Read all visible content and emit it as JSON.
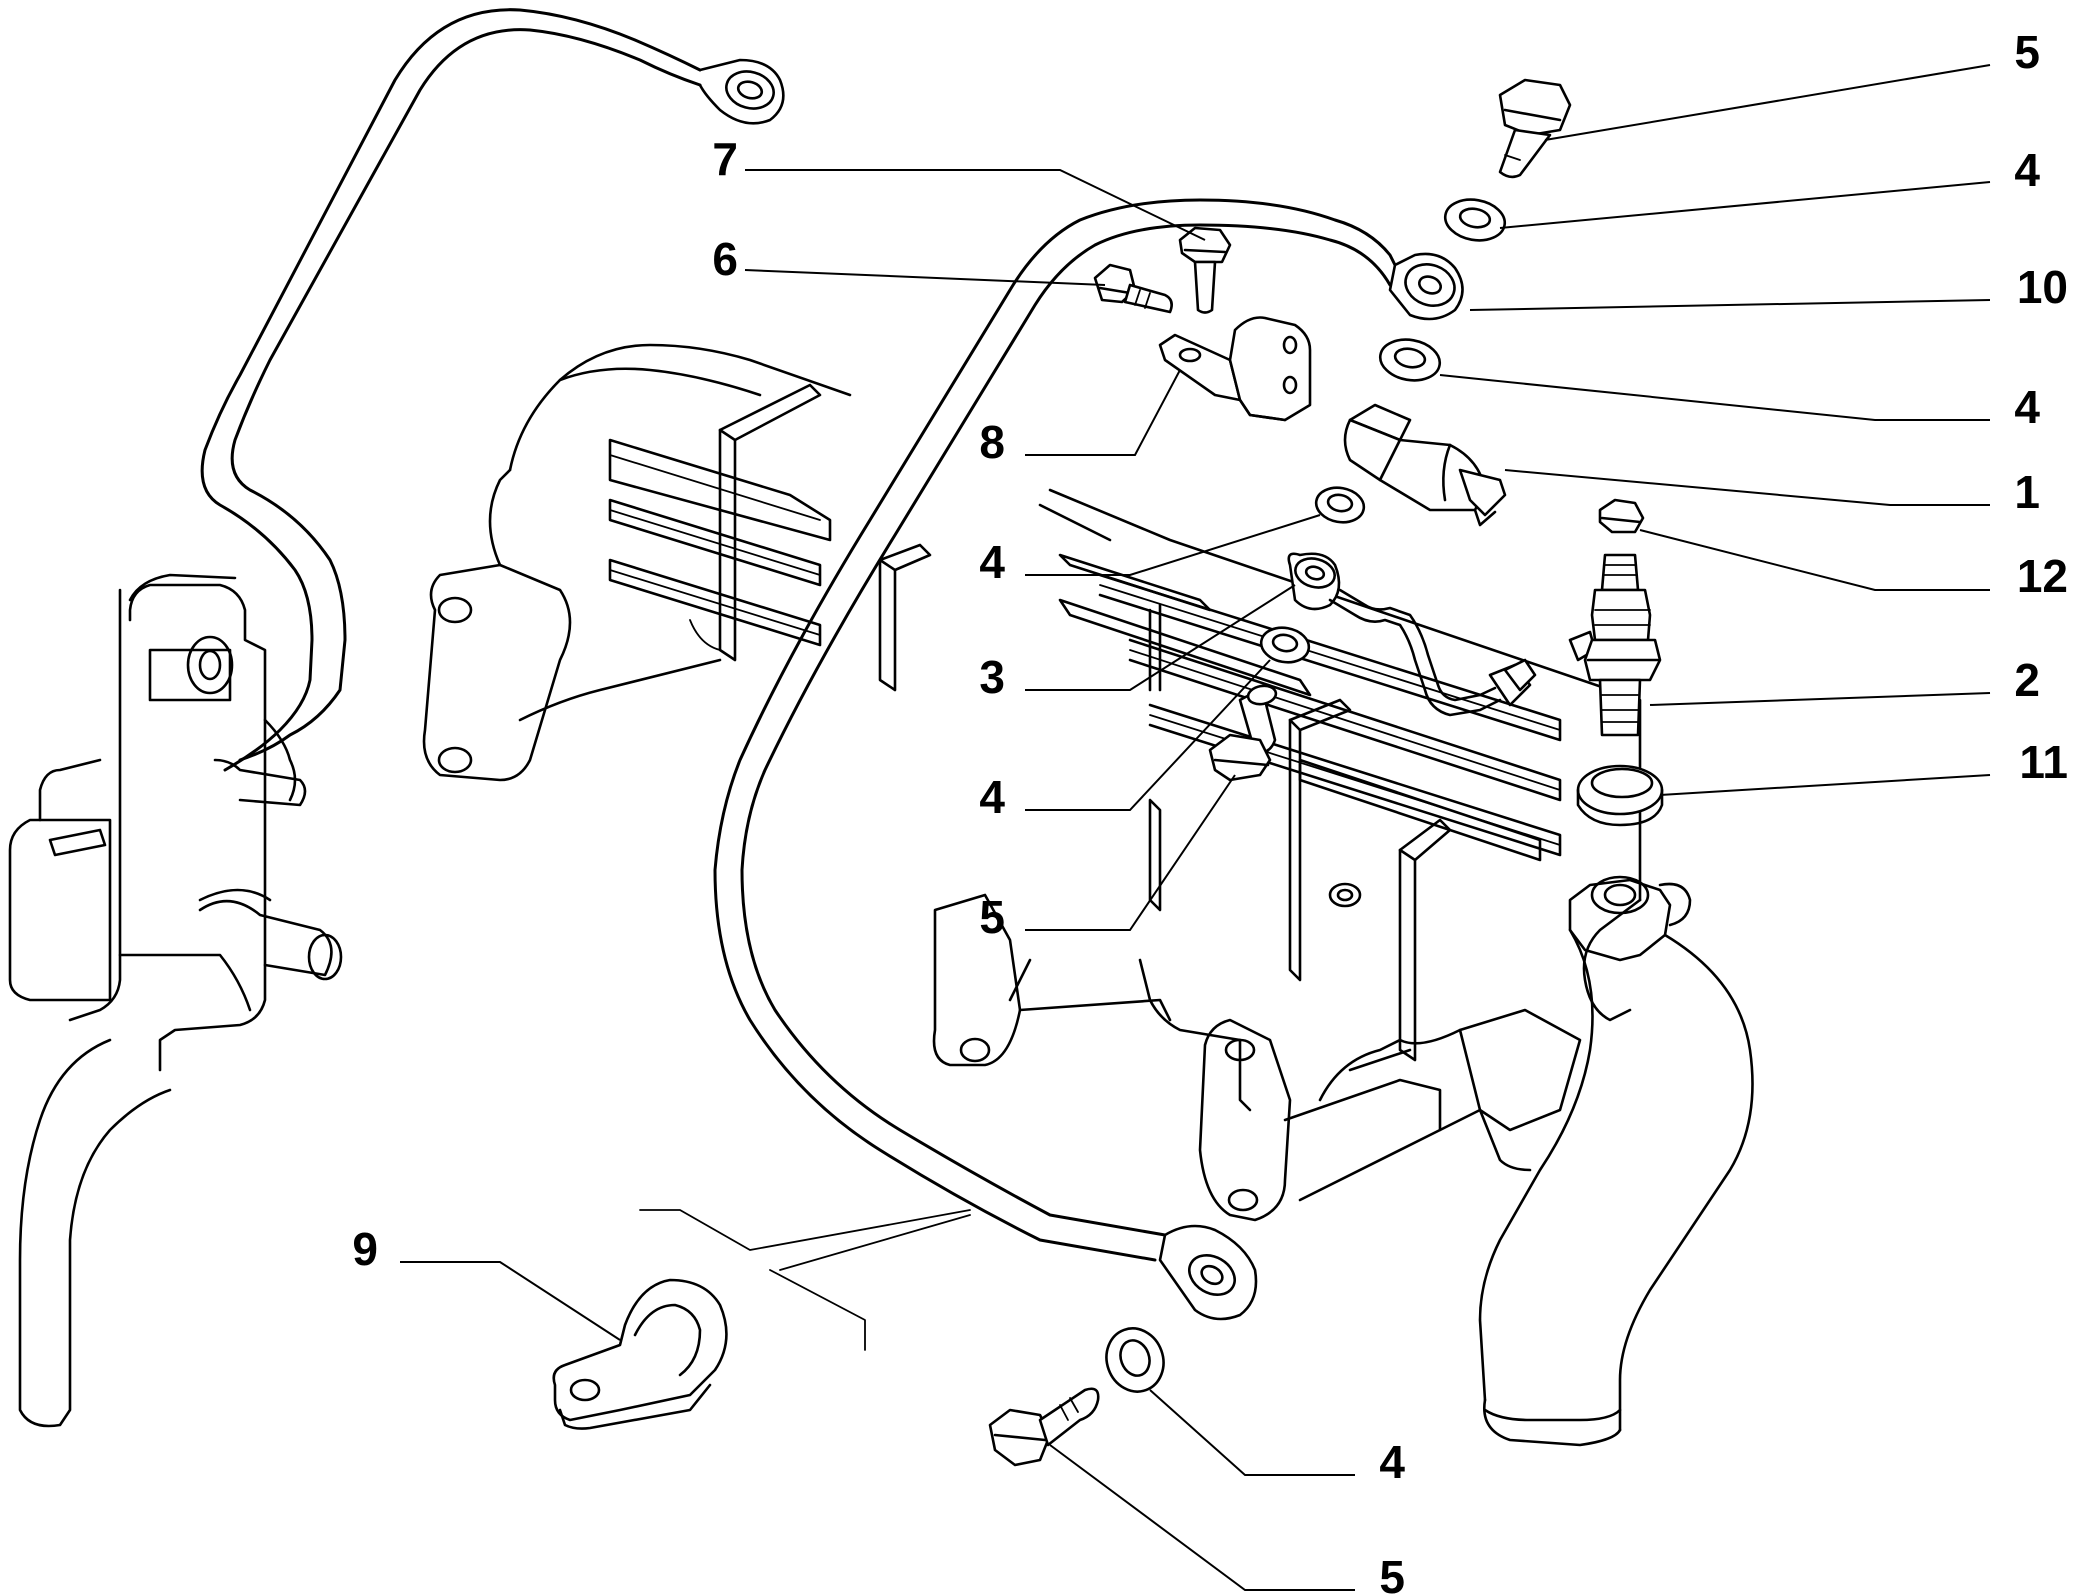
{
  "callouts": [
    {
      "id": "c-5-top",
      "text": "5"
    },
    {
      "id": "c-4-a",
      "text": "4"
    },
    {
      "id": "c-10",
      "text": "10"
    },
    {
      "id": "c-4-b",
      "text": "4"
    },
    {
      "id": "c-1",
      "text": "1"
    },
    {
      "id": "c-12",
      "text": "12"
    },
    {
      "id": "c-2",
      "text": "2"
    },
    {
      "id": "c-11",
      "text": "11"
    },
    {
      "id": "c-7",
      "text": "7"
    },
    {
      "id": "c-6",
      "text": "6"
    },
    {
      "id": "c-8",
      "text": "8"
    },
    {
      "id": "c-4-c",
      "text": "4"
    },
    {
      "id": "c-3",
      "text": "3"
    },
    {
      "id": "c-4-d",
      "text": "4"
    },
    {
      "id": "c-5-mid",
      "text": "5"
    },
    {
      "id": "c-9",
      "text": "9"
    },
    {
      "id": "c-4-e",
      "text": "4"
    },
    {
      "id": "c-5-bottom",
      "text": "5"
    }
  ]
}
